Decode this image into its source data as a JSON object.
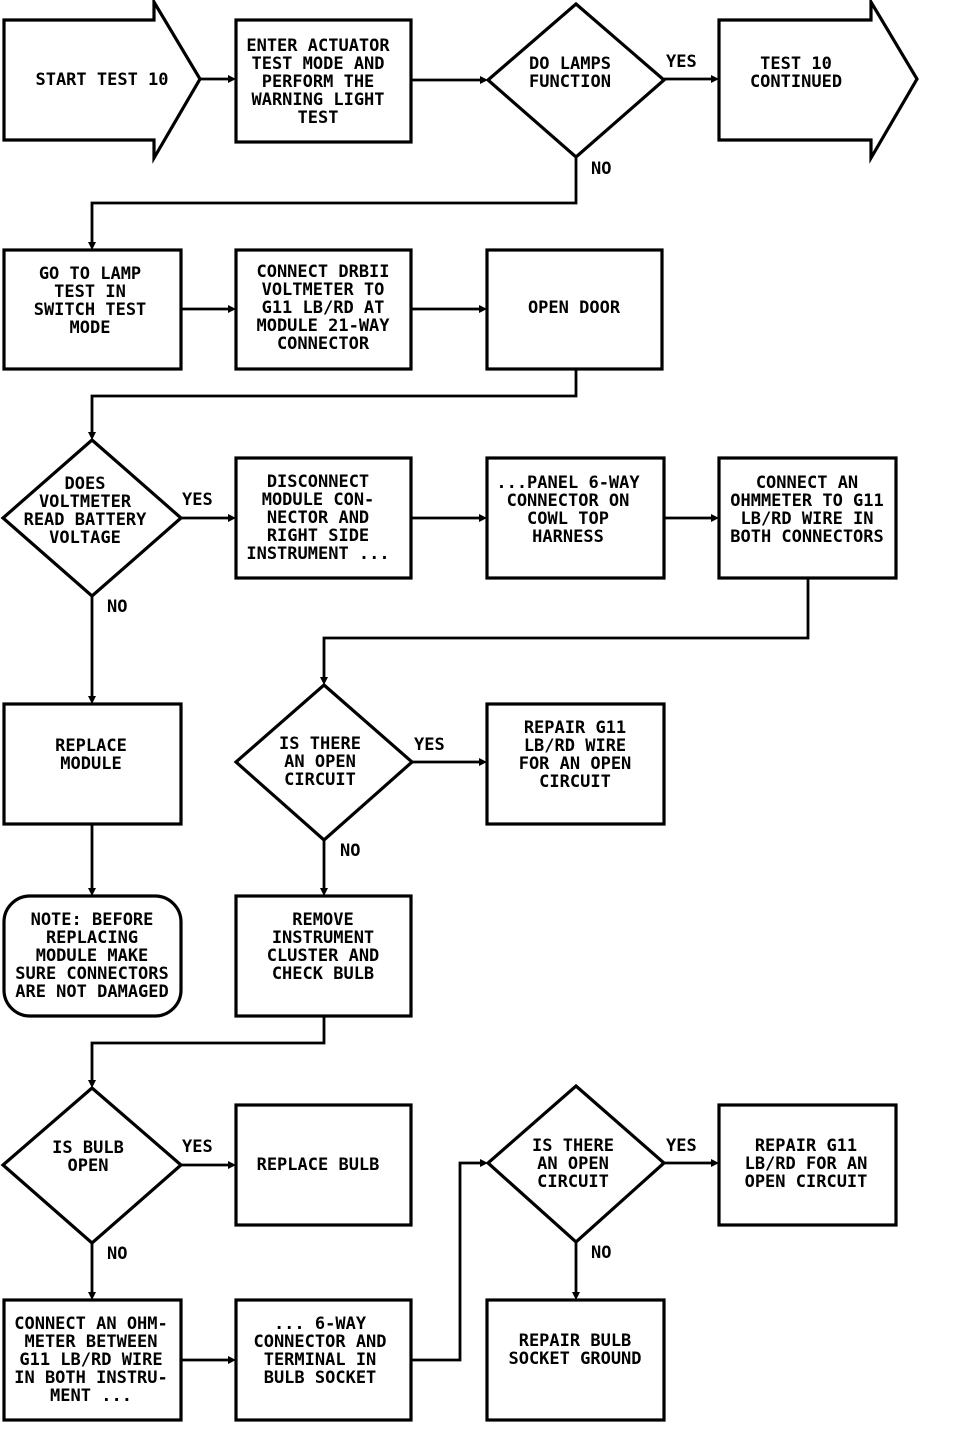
{
  "nodes": {
    "start": "START TEST 10",
    "enter_actuator": "ENTER ACTUATOR|TEST MODE AND|PERFORM THE|WARNING LIGHT|TEST",
    "do_lamps": "DO LAMPS|FUNCTION",
    "test10_continued": "TEST 10|CONTINUED",
    "go_to_lamp": "GO TO LAMP|TEST IN|SWITCH TEST|MODE",
    "connect_drbii": "CONNECT DRBII|VOLTMETER TO|G11 LB/RD AT|MODULE 21-WAY|CONNECTOR",
    "open_door": "OPEN DOOR",
    "does_voltmeter": "DOES|VOLTMETER|READ BATTERY|VOLTAGE",
    "disconnect_module": "DISCONNECT|MODULE CON-|NECTOR AND|RIGHT SIDE|INSTRUMENT ...",
    "panel_6way": "...PANEL 6-WAY|CONNECTOR ON|COWL TOP|HARNESS",
    "connect_ohmmeter": "CONNECT AN|OHMMETER TO G11|LB/RD WIRE IN|BOTH CONNECTORS",
    "replace_module": "REPLACE|MODULE",
    "is_open_1": "IS THERE|AN OPEN|CIRCUIT",
    "repair_g11_wire": "REPAIR G11|LB/RD WIRE|FOR AN OPEN|CIRCUIT",
    "note": "NOTE: BEFORE|REPLACING|MODULE MAKE|SURE CONNECTORS|ARE NOT DAMAGED",
    "remove_cluster": "REMOVE|INSTRUMENT|CLUSTER AND|CHECK BULB",
    "is_bulb_open": "IS BULB|OPEN",
    "replace_bulb": "REPLACE BULB",
    "is_open_2": "IS THERE|AN OPEN|CIRCUIT",
    "repair_g11_2": "REPAIR G11|LB/RD FOR AN|OPEN CIRCUIT",
    "connect_ohm_between": "CONNECT AN OHM-|METER BETWEEN|G11 LB/RD WIRE|IN BOTH INSTRU-|MENT ...",
    "six_way_terminal": "... 6-WAY|CONNECTOR AND|TERMINAL IN|BULB SOCKET",
    "repair_bulb_socket": "REPAIR BULB|SOCKET GROUND"
  },
  "edge_labels": {
    "do_lamps_yes": "YES",
    "do_lamps_no": "NO",
    "voltmeter_yes": "YES",
    "voltmeter_no": "NO",
    "open1_yes": "YES",
    "open1_no": "NO",
    "bulb_yes": "YES",
    "bulb_no": "NO",
    "open2_yes": "YES",
    "open2_no": "NO"
  }
}
